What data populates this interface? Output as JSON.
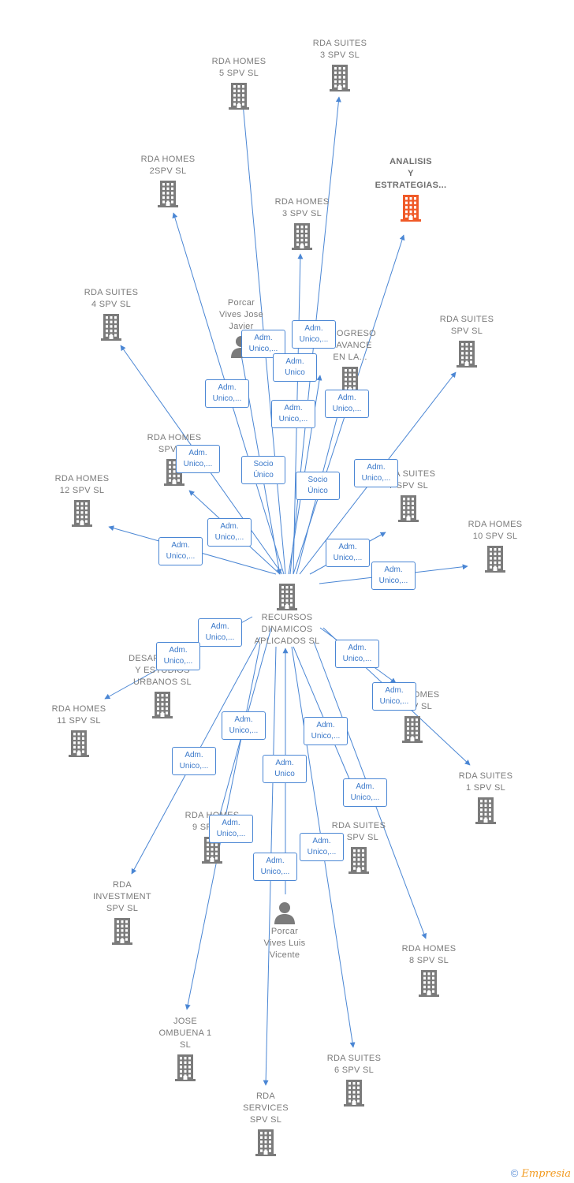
{
  "colors": {
    "edge": "#4a86d4",
    "building": "#7b7b7b",
    "highlight": "#f05a28",
    "relation_text": "#3a78c9"
  },
  "nodes": [
    {
      "id": "center",
      "label": "RECURSOS\nDINAMICOS\nAPLICADOS  SL",
      "icon": "building-icon"
    },
    {
      "id": "rda_suites_3",
      "label": "RDA SUITES\n3 SPV  SL",
      "icon": "building-icon"
    },
    {
      "id": "rda_homes_5",
      "label": "RDA HOMES\n5 SPV  SL",
      "icon": "building-icon"
    },
    {
      "id": "rda_homes_2",
      "label": "RDA HOMES\n2SPV  SL",
      "icon": "building-icon"
    },
    {
      "id": "analisis",
      "label": "ANALISIS\nY\nESTRATEGIAS...",
      "icon": "building-icon",
      "highlight": true
    },
    {
      "id": "rda_homes_3",
      "label": "RDA HOMES\n3 SPV  SL",
      "icon": "building-icon"
    },
    {
      "id": "rda_suites_4",
      "label": "RDA SUITES\n4 SPV  SL",
      "icon": "building-icon"
    },
    {
      "id": "porcar_jose",
      "label": "Porcar\nVives Jose\nJavier",
      "icon": "person-icon"
    },
    {
      "id": "progreso",
      "label": "PROGRESO\nY AVANCE\nEN LA...",
      "icon": "building-icon"
    },
    {
      "id": "rda_suites_spv",
      "label": "RDA SUITES\nSPV  SL",
      "icon": "building-icon"
    },
    {
      "id": "rda_homes_spv",
      "label": "RDA HOMES\nSPV  SL",
      "icon": "building-icon"
    },
    {
      "id": "rda_homes_12",
      "label": "RDA HOMES\n12 SPV  SL",
      "icon": "building-icon"
    },
    {
      "id": "rda_suites_7",
      "label": "RDA SUITES\n7 SPV  SL",
      "icon": "building-icon"
    },
    {
      "id": "rda_homes_10",
      "label": "RDA HOMES\n10 SPV  SL",
      "icon": "building-icon"
    },
    {
      "id": "desarrollos",
      "label": "DESARROLLOS\nY ESTUDIOS\nURBANOS  SL",
      "icon": "building-icon"
    },
    {
      "id": "rda_homes_11",
      "label": "RDA HOMES\n11 SPV  SL",
      "icon": "building-icon"
    },
    {
      "id": "rda_homes_4",
      "label": "RDA HOMES\n4 SPV  SL",
      "icon": "building-icon"
    },
    {
      "id": "rda_suites_1",
      "label": "RDA SUITES\n1 SPV  SL",
      "icon": "building-icon"
    },
    {
      "id": "rda_homes_9",
      "label": "RDA HOMES\n9 SPV  SL",
      "icon": "building-icon"
    },
    {
      "id": "rda_suites_2",
      "label": "RDA SUITES\n2 SPV  SL",
      "icon": "building-icon"
    },
    {
      "id": "rda_investment",
      "label": "RDA\nINVESTMENT\nSPV  SL",
      "icon": "building-icon"
    },
    {
      "id": "porcar_luis",
      "label": "Porcar\nVives Luis\nVicente",
      "icon": "person-icon"
    },
    {
      "id": "rda_homes_8",
      "label": "RDA HOMES\n8 SPV  SL",
      "icon": "building-icon"
    },
    {
      "id": "jose_ombuena",
      "label": "JOSE\nOMBUENA 1\nSL",
      "icon": "building-icon"
    },
    {
      "id": "rda_suites_6",
      "label": "RDA SUITES\n6 SPV  SL",
      "icon": "building-icon"
    },
    {
      "id": "rda_services",
      "label": "RDA\nSERVICES\nSPV  SL",
      "icon": "building-icon"
    }
  ],
  "relations": [
    {
      "label": "Adm.\nUnico,..."
    },
    {
      "label": "Adm.\nUnico,..."
    },
    {
      "label": "Adm.\nUnico"
    },
    {
      "label": "Adm.\nUnico,..."
    },
    {
      "label": "Adm.\nUnico,..."
    },
    {
      "label": "Adm.\nUnico,..."
    },
    {
      "label": "Adm.\nUnico,..."
    },
    {
      "label": "Socio\nÚnico"
    },
    {
      "label": "Socio\nÚnico"
    },
    {
      "label": "Adm.\nUnico,..."
    },
    {
      "label": "Adm.\nUnico,..."
    },
    {
      "label": "Adm.\nUnico,..."
    },
    {
      "label": "Adm.\nUnico,..."
    },
    {
      "label": "Adm.\nUnico,..."
    },
    {
      "label": "Adm.\nUnico,..."
    },
    {
      "label": "Adm.\nUnico,..."
    },
    {
      "label": "Adm.\nUnico,..."
    },
    {
      "label": "Adm.\nUnico,..."
    },
    {
      "label": "Adm.\nUnico,..."
    },
    {
      "label": "Adm.\nUnico,..."
    },
    {
      "label": "Adm.\nUnico,..."
    },
    {
      "label": "Adm.\nUnico"
    },
    {
      "label": "Adm.\nUnico,..."
    },
    {
      "label": "Adm.\nUnico,..."
    },
    {
      "label": "Adm.\nUnico,..."
    },
    {
      "label": "Adm.\nUnico,..."
    }
  ],
  "footer": {
    "copyright": "©",
    "brand": "Empresia"
  }
}
